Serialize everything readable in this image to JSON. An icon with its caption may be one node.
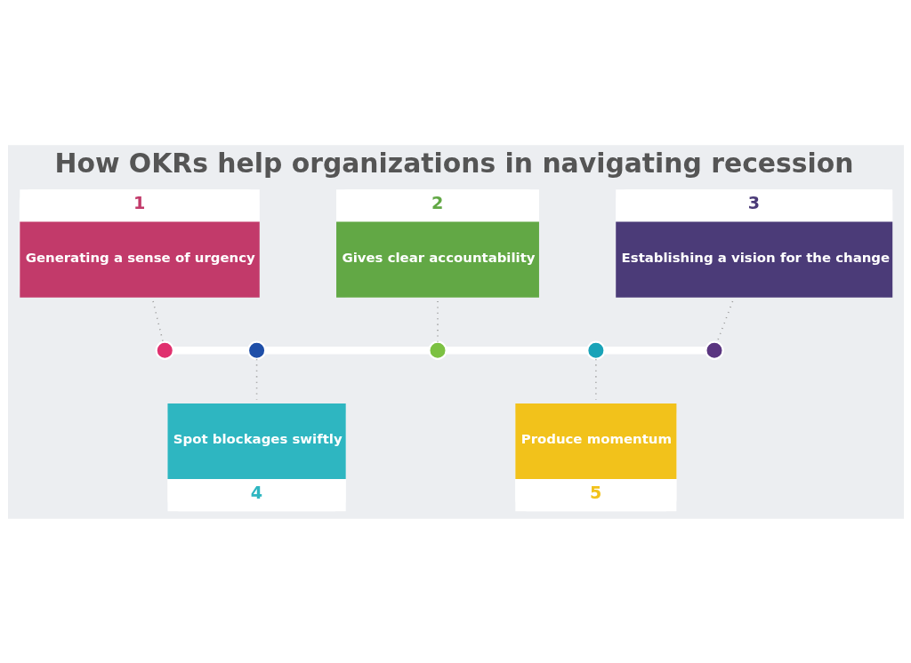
{
  "diagram": {
    "title": "How OKRs help organizations in navigating recession",
    "nodes": [
      {
        "text": [
          "1",
          "Generating a sense of urgency"
        ]
      },
      {
        "text": [
          "2",
          "Gives clear accountability"
        ]
      },
      {
        "text": [
          "3",
          "Establishing a vision for the change"
        ]
      },
      {
        "text": [],
        "shape": "circle"
      },
      {
        "text": [],
        "shape": "circle"
      },
      {
        "text": [],
        "shape": "circle"
      },
      {
        "text": [],
        "shape": "circle"
      },
      {
        "text": [],
        "shape": "circle"
      },
      {
        "text": [
          "Spot blockages swiftly",
          "4"
        ]
      },
      {
        "text": [
          "Produce momentum",
          "5"
        ]
      }
    ],
    "edges": [
      {
        "from": 0,
        "to": 3,
        "arrow": "none",
        "style": "dashed"
      },
      {
        "from": 1,
        "to": 5,
        "arrow": "none",
        "style": "dashed"
      },
      {
        "from": 2,
        "to": 7,
        "arrow": "none",
        "style": "dashed"
      },
      {
        "from": 4,
        "to": 8,
        "arrow": "none",
        "style": "dashed"
      },
      {
        "from": 6,
        "to": 9,
        "arrow": "none",
        "style": "dashed"
      },
      {
        "from": 3,
        "to": 4,
        "arrow": "none",
        "style": "thick",
        "color": "#ffffff"
      },
      {
        "from": 4,
        "to": 5,
        "arrow": "none",
        "style": "thick",
        "color": "#ffffff"
      },
      {
        "from": 5,
        "to": 6,
        "arrow": "none",
        "style": "thick",
        "color": "#ffffff"
      },
      {
        "from": 6,
        "to": 7,
        "arrow": "none",
        "style": "thick",
        "color": "#ffffff"
      }
    ]
  }
}
